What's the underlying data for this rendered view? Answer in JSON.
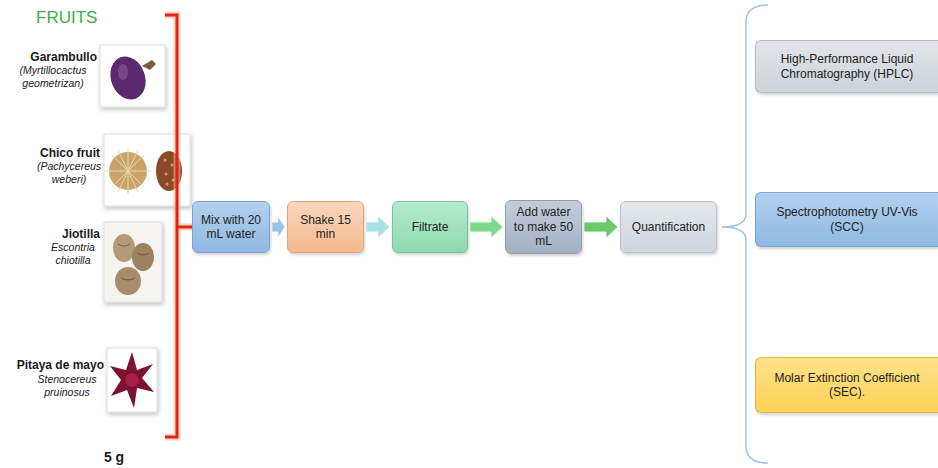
{
  "diagram": {
    "title": "FRUITS",
    "nodes": [
      {
        "text": [
          "Mix with 20 mL water"
        ]
      },
      {
        "text": [
          "Shake 15 min"
        ]
      },
      {
        "text": [
          "Filtrate"
        ]
      },
      {
        "text": [
          "Add water to make 50 mL"
        ]
      },
      {
        "text": [
          "Quantification"
        ]
      },
      {
        "text": [
          "High-Performance Liquid Chromatography (HPLC)"
        ]
      },
      {
        "text": [
          "Spectrophotometry UV-Vis (SCC)"
        ]
      },
      {
        "text": [
          "Molar Extinction Coefficient (SEC)."
        ]
      }
    ],
    "edges": [
      {
        "from": 0,
        "to": 1,
        "arrow": "to"
      },
      {
        "from": 1,
        "to": 2,
        "arrow": "to"
      },
      {
        "from": 2,
        "to": 3,
        "arrow": "to"
      },
      {
        "from": 3,
        "to": 4,
        "arrow": "to"
      }
    ],
    "labels": [
      "Garambullo",
      "(Myrtillocactus geometrizan)",
      "Chico fruit",
      "(Pachycereus weberi)",
      "Jiotilla",
      "Escontria chiotilla",
      "Pitaya de mayo",
      "Stenocereus pruinosus",
      "5 g"
    ]
  }
}
